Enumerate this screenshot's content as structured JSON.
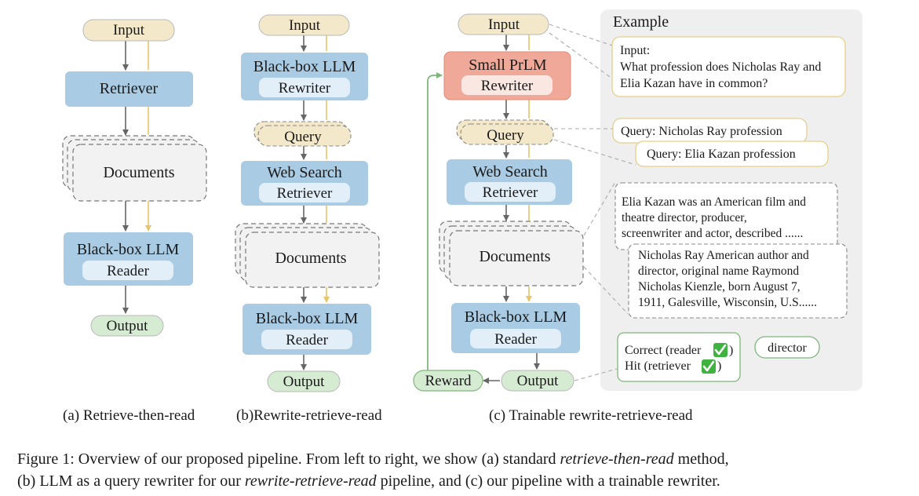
{
  "panel_a": {
    "input": "Input",
    "retriever": "Retriever",
    "documents": "Documents",
    "llm": "Black-box LLM",
    "reader": "Reader",
    "output": "Output",
    "caption": "(a) Retrieve-then-read"
  },
  "panel_b": {
    "input": "Input",
    "llm": "Black-box LLM",
    "rewriter": "Rewriter",
    "query": "Query",
    "web_search": "Web Search",
    "retriever": "Retriever",
    "documents": "Documents",
    "reader_llm": "Black-box LLM",
    "reader": "Reader",
    "output": "Output",
    "caption": "(b)Rewrite-retrieve-read"
  },
  "panel_c": {
    "input": "Input",
    "small_prlm": "Small PrLM",
    "rewriter": "Rewriter",
    "query": "Query",
    "web_search": "Web Search",
    "retriever": "Retriever",
    "documents": "Documents",
    "reader_llm": "Black-box LLM",
    "reader": "Reader",
    "output": "Output",
    "reward": "Reward",
    "caption": "(c) Trainable rewrite-retrieve-read"
  },
  "example": {
    "title": "Example",
    "input_label": "Input:",
    "input_line1": "What profession does Nicholas Ray and",
    "input_line2": "Elia Kazan have in common?",
    "query1": "Query: Nicholas Ray profession",
    "query2": "Query: Elia Kazan profession",
    "doc1_line1": "Elia Kazan was an American film and",
    "doc1_line2": "theatre director, producer,",
    "doc1_line3": "screenwriter and actor, described  ......",
    "doc2_line1": "Nicholas Ray American author and",
    "doc2_line2": "director, original name Raymond",
    "doc2_line3": "Nicholas Kienzle, born August 7,",
    "doc2_line4": "1911, Galesville, Wisconsin, U.S......",
    "correct": "Correct (reader",
    "hit": "Hit (retriever",
    "paren": ")",
    "answer": "director"
  },
  "figure_caption": {
    "prefix": "Figure 1:  Overview of our proposed pipeline. From left to right, we show (a) standard ",
    "italic1": "retrieve-then-read",
    "mid1": " method,",
    "line2_prefix": "(b) LLM as a query rewriter for our ",
    "italic2": "rewrite-retrieve-read",
    "line2_suffix": " pipeline, and (c) our pipeline with a trainable rewriter."
  },
  "colors": {
    "input_fill": "#f3e8c9",
    "blue_fill": "#a9cbe3",
    "inner_fill": "#e3eff8",
    "docs_fill": "#f2f2f2",
    "output_fill": "#d6ecd2",
    "rewriter_red": "#f0a898",
    "example_bg": "#efefef",
    "gold_line": "#e8c46a",
    "green_line": "#7fb77a"
  }
}
